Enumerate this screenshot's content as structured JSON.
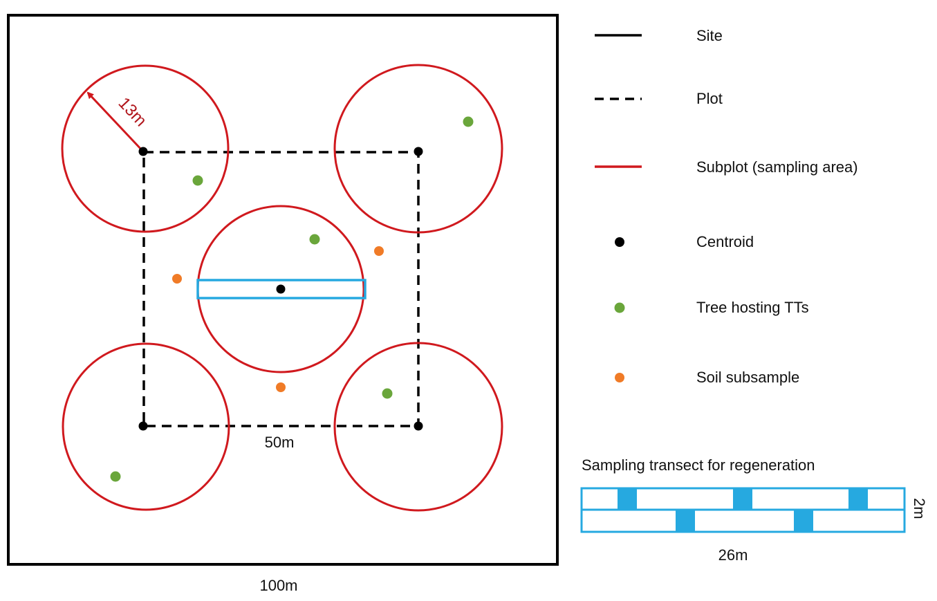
{
  "diagram": {
    "labels": {
      "site_width": "100m",
      "plot_width": "50m",
      "subplot_radius": "13m",
      "transect_length": "26m",
      "transect_width": "2m"
    },
    "legend": {
      "items": [
        {
          "label": "Site",
          "symbol": "solid-line"
        },
        {
          "label": "Plot",
          "symbol": "dashed-line"
        },
        {
          "label": "Subplot (sampling area)",
          "symbol": "red-line"
        },
        {
          "label": "Centroid",
          "symbol": "black-dot"
        },
        {
          "label": "Tree hosting TTs",
          "symbol": "green-dot"
        },
        {
          "label": "Soil subsample",
          "symbol": "orange-dot"
        }
      ],
      "transect_title": "Sampling transect for regeneration"
    },
    "colors": {
      "site": "#000000",
      "subplot": "#d0191e",
      "centroid": "#000000",
      "tree": "#6aa63b",
      "soil": "#f07b27",
      "transect": "#26a9e0",
      "radius_label": "#b0141a"
    }
  }
}
